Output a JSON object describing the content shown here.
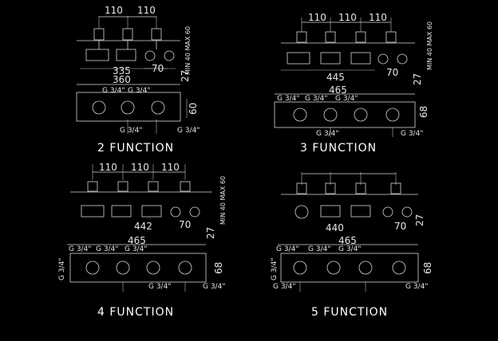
{
  "panels": [
    {
      "title": "2 FUNCTION",
      "spacing": [
        "110",
        "110"
      ],
      "width_top": "335",
      "width_mid": "360",
      "width_front": "70",
      "height_depth": "27",
      "height_front": "60",
      "depth_note": "MIN 40 MAX 60",
      "g_top": [
        "G 3/4\"",
        "G 3/4\""
      ],
      "g_bottom": [
        "G 3/4\"",
        "G 3/4\""
      ]
    },
    {
      "title": "3 FUNCTION",
      "spacing": [
        "110",
        "110",
        "110"
      ],
      "width_top": "445",
      "width_mid": "465",
      "width_front": "70",
      "height_depth": "27",
      "height_front": "68",
      "depth_note": "MIN 40 MAX 60",
      "g_top": [
        "G 3/4\"",
        "G 3/4\"",
        "G 3/4\""
      ],
      "g_bottom": [
        "G 3/4\"",
        "G 3/4\""
      ]
    },
    {
      "title": "4 FUNCTION",
      "spacing": [
        "110",
        "110",
        "110"
      ],
      "width_top": "442",
      "width_mid": "465",
      "width_front": "70",
      "height_depth": "27",
      "height_front": "68",
      "depth_note": "MIN 40 MAX 60",
      "g_top": [
        "G 3/4\"",
        "G 3/4\"",
        "G 3/4\""
      ],
      "g_left": "G 3/4\"",
      "g_bottom": [
        "G 3/4\"",
        "G 3/4\""
      ]
    },
    {
      "title": "5 FUNCTION",
      "spacing": [],
      "width_top": "440",
      "width_mid": "465",
      "width_front": "70",
      "height_depth": "27",
      "height_front": "68",
      "depth_note": "",
      "g_top": [
        "G 3/4\"",
        "G 3/4\"",
        "G 3/4\""
      ],
      "g_left": "G 3/4\"",
      "g_bottom": [
        "G 3/4\"",
        "G 3/4\""
      ]
    }
  ]
}
